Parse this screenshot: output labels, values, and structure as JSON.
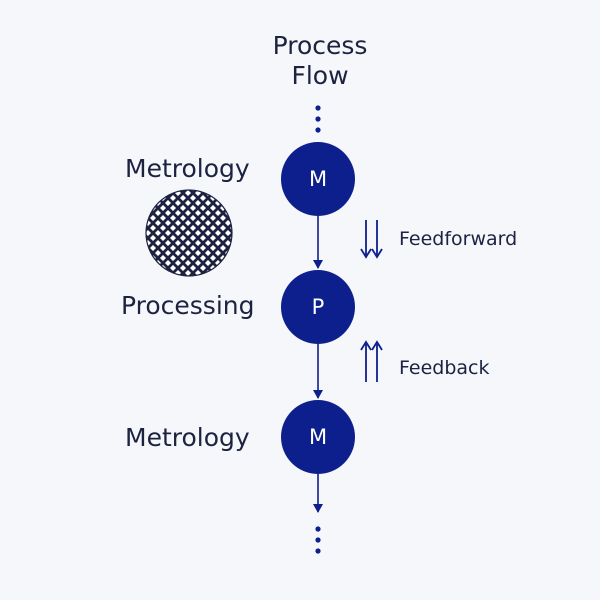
{
  "title_line1": "Process",
  "title_line2": "Flow",
  "stages": [
    {
      "label": "Metrology",
      "node": "M"
    },
    {
      "label": "Processing",
      "node": "P"
    },
    {
      "label": "Metrology",
      "node": "M"
    }
  ],
  "feedforward_label": "Feedforward",
  "feedback_label": "Feedback",
  "colors": {
    "node": "#0d1f8c",
    "text": "#1c2240",
    "background": "#f5f7fa"
  },
  "icons": {
    "wafer": "crosshatch-wafer-icon",
    "feedforward": "double-down-arrow-icon",
    "feedback": "double-up-arrow-icon"
  }
}
